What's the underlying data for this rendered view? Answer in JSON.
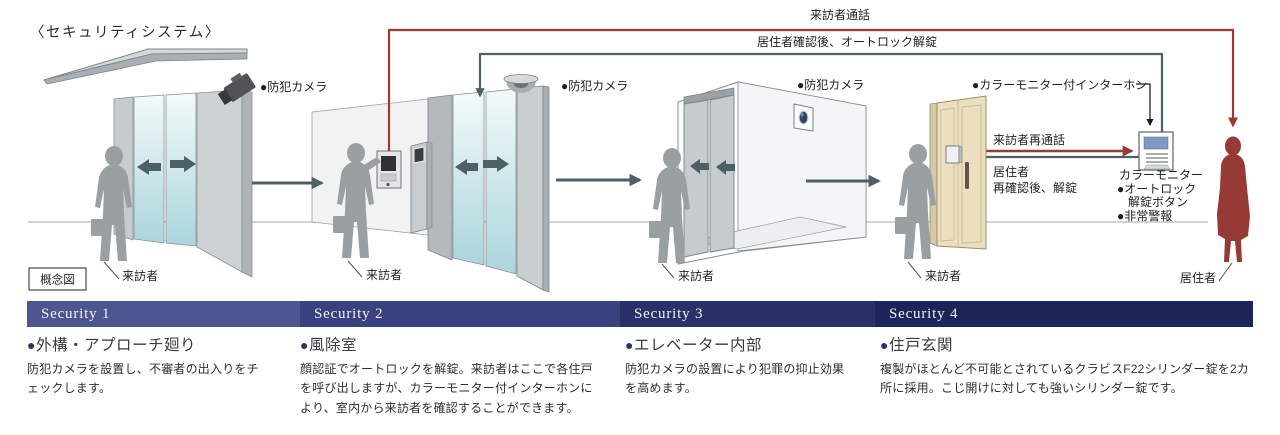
{
  "title": "〈セキュリティシステム〉",
  "concept_label": "概念図",
  "flow": {
    "visitor_call": "来訪者通話",
    "unlock_after_confirm": "居住者確認後、オートロック解錠",
    "visitor_recall": "来訪者再通話",
    "resident_word": "居住者",
    "reconfirm_unlock": "再確認後、解錠"
  },
  "labels": {
    "camera1": "●防犯カメラ",
    "camera2": "●防犯カメラ",
    "camera3": "●防犯カメラ",
    "intercom": "●カラーモニター付インターホン",
    "color_monitor": "カラーモニター",
    "autolock_line1": "●オートロック",
    "autolock_line2": "解錠ボタン",
    "alarm": "●非常警報",
    "visitor1": "来訪者",
    "visitor2": "来訪者",
    "visitor3": "来訪者",
    "visitor4": "来訪者",
    "resident_person": "居住者"
  },
  "sections": [
    {
      "header": "Security 1",
      "bullet": "●",
      "heading": "外構・アプローチ廻り",
      "body": "防犯カメラを設置し、不審者の出入りをチェックします。"
    },
    {
      "header": "Security 2",
      "bullet": "●",
      "heading": "風除室",
      "body": "顔認証でオートロックを解錠。来訪者はここで各住戸を呼び出しますが、カラーモニター付インターホンにより、室内から来訪者を確認することができます。"
    },
    {
      "header": "Security 3",
      "bullet": "●",
      "heading": "エレベーター内部",
      "body": "防犯カメラの設置により犯罪の抑止効果を高めます。"
    },
    {
      "header": "Security 4",
      "bullet": "●",
      "heading": "住戸玄関",
      "body": "複製がほとんど不可能とされているクラビスF22シリンダー錠を2カ所に採用。こじ開けに対しても強いシリンダー錠です。"
    }
  ],
  "colors": {
    "accent_red": "#9b3a33",
    "accent_teal": "#4d6065",
    "navy_bullet": "#26386e",
    "bar1": "#4d5690",
    "bar2": "#39427e",
    "bar3": "#293168",
    "bar4": "#1d2458"
  }
}
